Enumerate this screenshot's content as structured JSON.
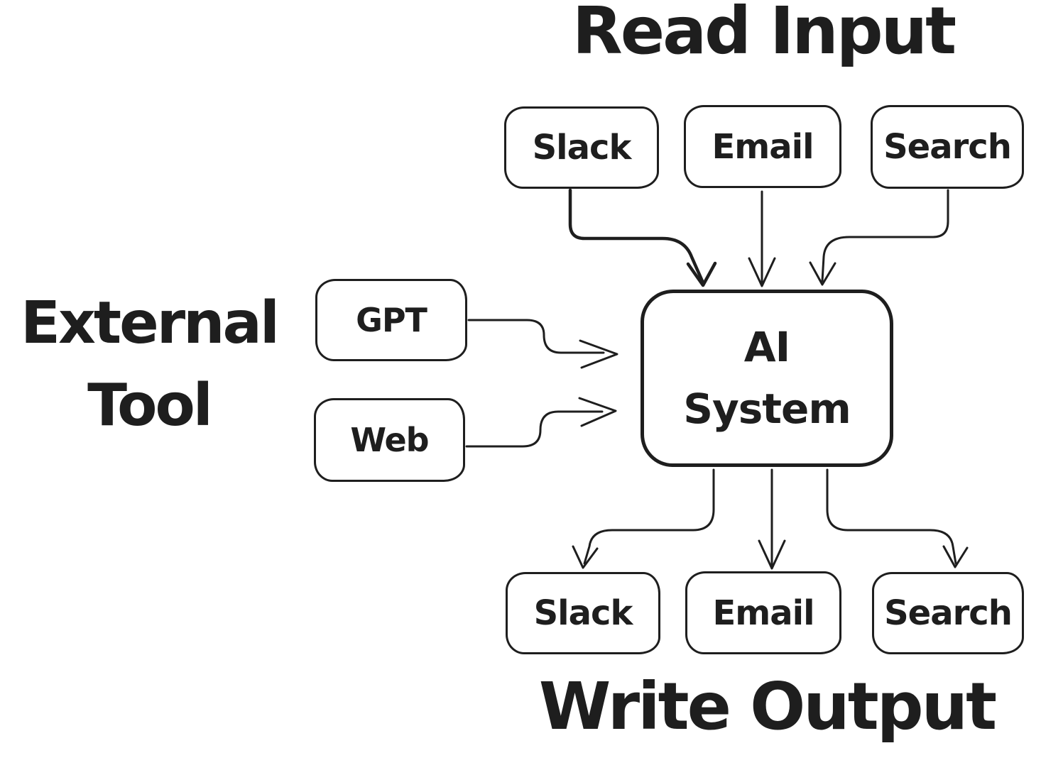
{
  "diagram": {
    "background_color": "#ffffff",
    "ink_color": "#1e1e1e",
    "titles": {
      "read_input": "Read Input",
      "write_output": "Write Output",
      "external_tool_line1": "External",
      "external_tool_line2": "Tool"
    },
    "input_nodes": [
      {
        "label": "Slack"
      },
      {
        "label": "Email"
      },
      {
        "label": "Search"
      }
    ],
    "external_tool_nodes": [
      {
        "label": "GPT"
      },
      {
        "label": "Web"
      }
    ],
    "center_node": {
      "label_line1": "AI",
      "label_line2": "System"
    },
    "output_nodes": [
      {
        "label": "Slack"
      },
      {
        "label": "Email"
      },
      {
        "label": "Search"
      }
    ],
    "edges": [
      {
        "from": "Slack (input)",
        "to": "AI System"
      },
      {
        "from": "Email (input)",
        "to": "AI System"
      },
      {
        "from": "Search (input)",
        "to": "AI System"
      },
      {
        "from": "GPT",
        "to": "AI System"
      },
      {
        "from": "Web",
        "to": "AI System"
      },
      {
        "from": "AI System",
        "to": "Slack (output)"
      },
      {
        "from": "AI System",
        "to": "Email (output)"
      },
      {
        "from": "AI System",
        "to": "Search (output)"
      }
    ]
  }
}
